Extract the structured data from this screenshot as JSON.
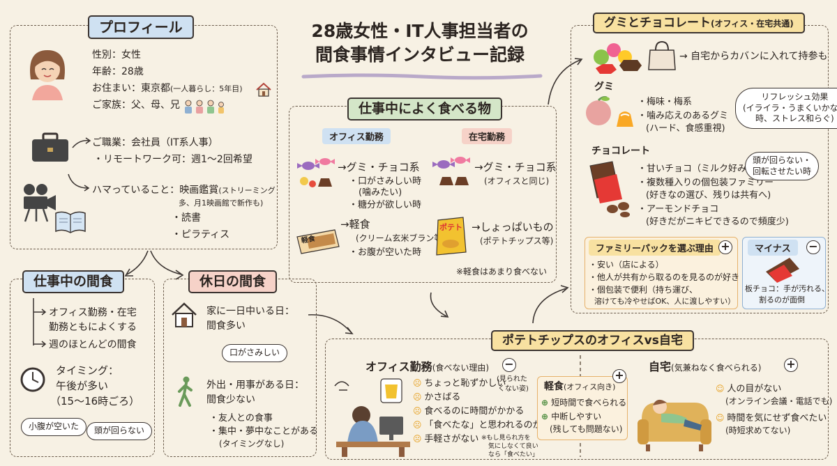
{
  "title": {
    "line1": "28歳女性・IT人事担当者の",
    "line2": "間食事情インタビュー記録"
  },
  "profile": {
    "header": "プロフィール",
    "gender": "性別：女性",
    "age": "年齢：28歳",
    "residence_prefix": "お住まい：東京都",
    "residence_note": "(一人暮らし：5年目)",
    "family": "ご家族：父、母、兄",
    "job": "ご職業：会社員（IT系人事）",
    "remote": "・リモートワーク可：週1〜2回希望",
    "hobby_prefix": "ハマっていること：映画鑑賞",
    "hobby_note1": "(ストリーミング",
    "hobby_note2": "多、月1映画館で新作も)",
    "hobby2": "・読書",
    "hobby3": "・ピラティス"
  },
  "work_snack": {
    "header": "仕事中の間食",
    "item1_l1": "オフィス勤務・在宅",
    "item1_l2": "勤務ともによくする",
    "item2": "週のほとんどの間食",
    "timing_l1": "タイミング：",
    "timing_l2": "午後が多い",
    "timing_l3": "（15〜16時ごろ）",
    "bubble1": "小腹が空いた",
    "bubble2": "頭が回らない"
  },
  "holiday_snack": {
    "header": "休日の間食",
    "home_l1": "家に一日中いる日：",
    "home_l2": "間食多い",
    "bubble": "口がさみしい",
    "out_l1": "外出・用事がある日：",
    "out_l2": "間食少ない",
    "out_item1": "・友人との食事",
    "out_item2": "・集中・夢中なことがある",
    "out_item2_note": "(タイミングなし)"
  },
  "work_foods": {
    "header": "仕事中によく食べる物",
    "office_tag": "オフィス勤務",
    "home_tag": "在宅勤務",
    "office_gummy": "→グミ・チョコ系",
    "office_gummy_b1": "・口がさみしい時",
    "office_gummy_b1_note": "(噛みたい)",
    "office_gummy_b2": "・糖分が欲しい時",
    "office_light": "→軽食",
    "office_light_note": "(クリーム玄米ブラン等)",
    "office_light_b1": "・お腹が空いた時",
    "bar_label": "軽食",
    "home_gummy": "→グミ・チョコ系",
    "home_gummy_note": "(オフィスと同じ)",
    "home_salty": "→しょっぱいもの",
    "home_salty_note": "(ポテトチップス等)",
    "chip_label": "ポテト",
    "footnote": "※軽食はあまり食べない"
  },
  "gummy_choco": {
    "header": "グミとチョコレート",
    "header_note": "(オフィス・在宅共通)",
    "carry": "→ 自宅からカバンに入れて持参も",
    "gummy_title": "グミ",
    "gummy_b1": "・梅味・梅系",
    "gummy_b2": "・噛み応えのあるグミ",
    "gummy_b2_note": "(ハード、食感重視)",
    "gummy_bubble_l1": "リフレッシュ効果",
    "gummy_bubble_l2": "(イライラ・うまくいかない",
    "gummy_bubble_l3": "時、ストレス和らぐ)",
    "choco_title": "チョコレート",
    "choco_b1": "・甘いチョコ（ミルク好み）",
    "choco_b2": "・複数種入りの個包装ファミリー",
    "choco_b2_note": "(好きなの選び、残りは共有へ)",
    "choco_b3": "・アーモンドチョコ",
    "choco_b3_note": "(好きだがニキビできるので頻度少)",
    "choco_bubble_l1": "頭が回らない・",
    "choco_bubble_l2": "回転させたい時",
    "family_header": "ファミリーパックを選ぶ理由",
    "family_b1": "・安い（店による）",
    "family_b2": "・他人が共有から取るのを見るのが好き",
    "family_b3": "・個包装で便利（持ち運び、",
    "family_b3_note": "溶けても冷やせばOK、人に渡しやすい）",
    "minus_header": "マイナス",
    "minus_l1": "板チョコ：手が汚れる、",
    "minus_l2": "割るのが面倒"
  },
  "potato": {
    "header": "ポテトチップスのオフィスvs自宅",
    "office_title": "オフィス勤務",
    "office_title_note": "(食べない理由)",
    "office_r1": "ちょっと恥ずかしい",
    "office_r1_note1": "(見られた",
    "office_r1_note2": "くない姿)",
    "office_r2": "かさばる",
    "office_r3": "食べるのに時間がかかる",
    "office_r4": "「食べたな」と思われるのが痛",
    "office_r5": "手軽さがない",
    "office_footnote1": "※もし見られ方を",
    "office_footnote2": "気にしなくて良い",
    "office_footnote3": "なら「食べたい」",
    "light_title": "軽食",
    "light_title_note": "(オフィス向き)",
    "light_p1": "短時間で食べられる",
    "light_p2_l1": "中断しやすい",
    "light_p2_l2": "(残しても問題ない)",
    "home_title": "自宅",
    "home_title_note": "(気兼ねなく食べられる)",
    "home_r1_l1": "人の目がない",
    "home_r1_l2": "(オンライン会議・電話でも)",
    "home_r2_l1": "時間を気にせず食べたい",
    "home_r2_l2": "(時短求めてない)"
  },
  "signs": {
    "plus": "+",
    "minus": "−"
  },
  "colors": {
    "blue": "#cfe1f2",
    "pink": "#f6d2c8",
    "green": "#d4e6c8",
    "yellow": "#f8e1a1"
  }
}
